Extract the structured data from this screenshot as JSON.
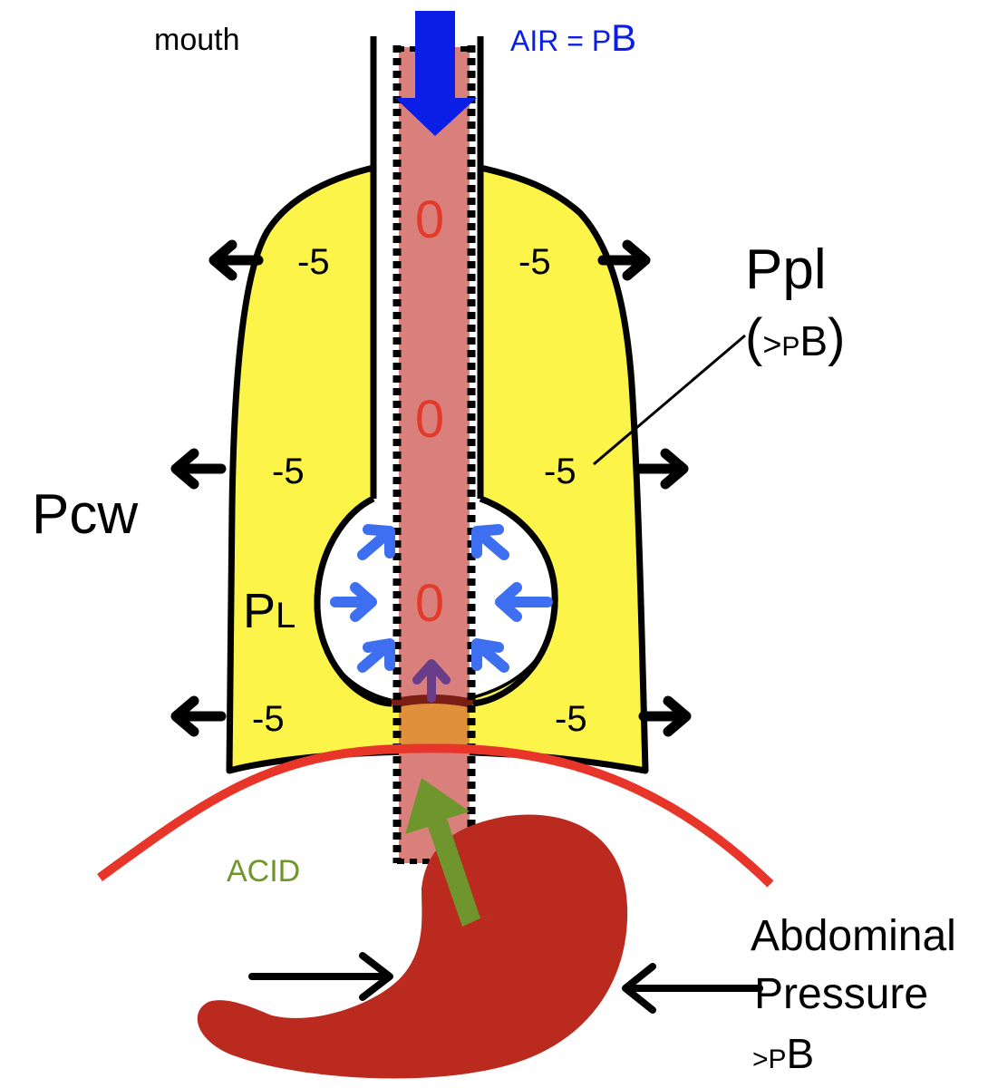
{
  "labels": {
    "mouth": "mouth",
    "air_prefix": "AIR = P",
    "air_suffix": "B",
    "ppl": "Ppl",
    "ppl_note_open": "(",
    "ppl_note_gt": ">",
    "ppl_note_p": "P",
    "ppl_note_b": "B",
    "ppl_note_close": ")",
    "pcw": "Pcw",
    "pl_main": "P",
    "pl_sub": "L",
    "acid": "ACID",
    "abdominal_line1": "Abdominal",
    "abdominal_line2": "Pressure",
    "abdominal_gt": ">",
    "abdominal_p": "P",
    "abdominal_b": "B"
  },
  "airway_pressures": [
    "0",
    "0",
    "0"
  ],
  "pleural_pressures": {
    "upper_left": "-5",
    "upper_right": "-5",
    "middle_left": "-5",
    "middle_right": "-5",
    "lower_left": "-5",
    "lower_right": "-5"
  },
  "colors": {
    "chest_wall_fill": "#fdf44a",
    "airway_fill": "#d9807d",
    "air_arrow": "#0a1ee6",
    "alveolar_arrows": "#3d6ff0",
    "pressure_zero": "#e23b2a",
    "diaphragm": "#e8352a",
    "stomach": "#bb2a1e",
    "acid_arrow": "#6f962d",
    "sphincter": "#e0903a",
    "sphincter_ring": "#7a1d14",
    "purple_arrow": "#6a3d8a",
    "ink": "#000000"
  }
}
